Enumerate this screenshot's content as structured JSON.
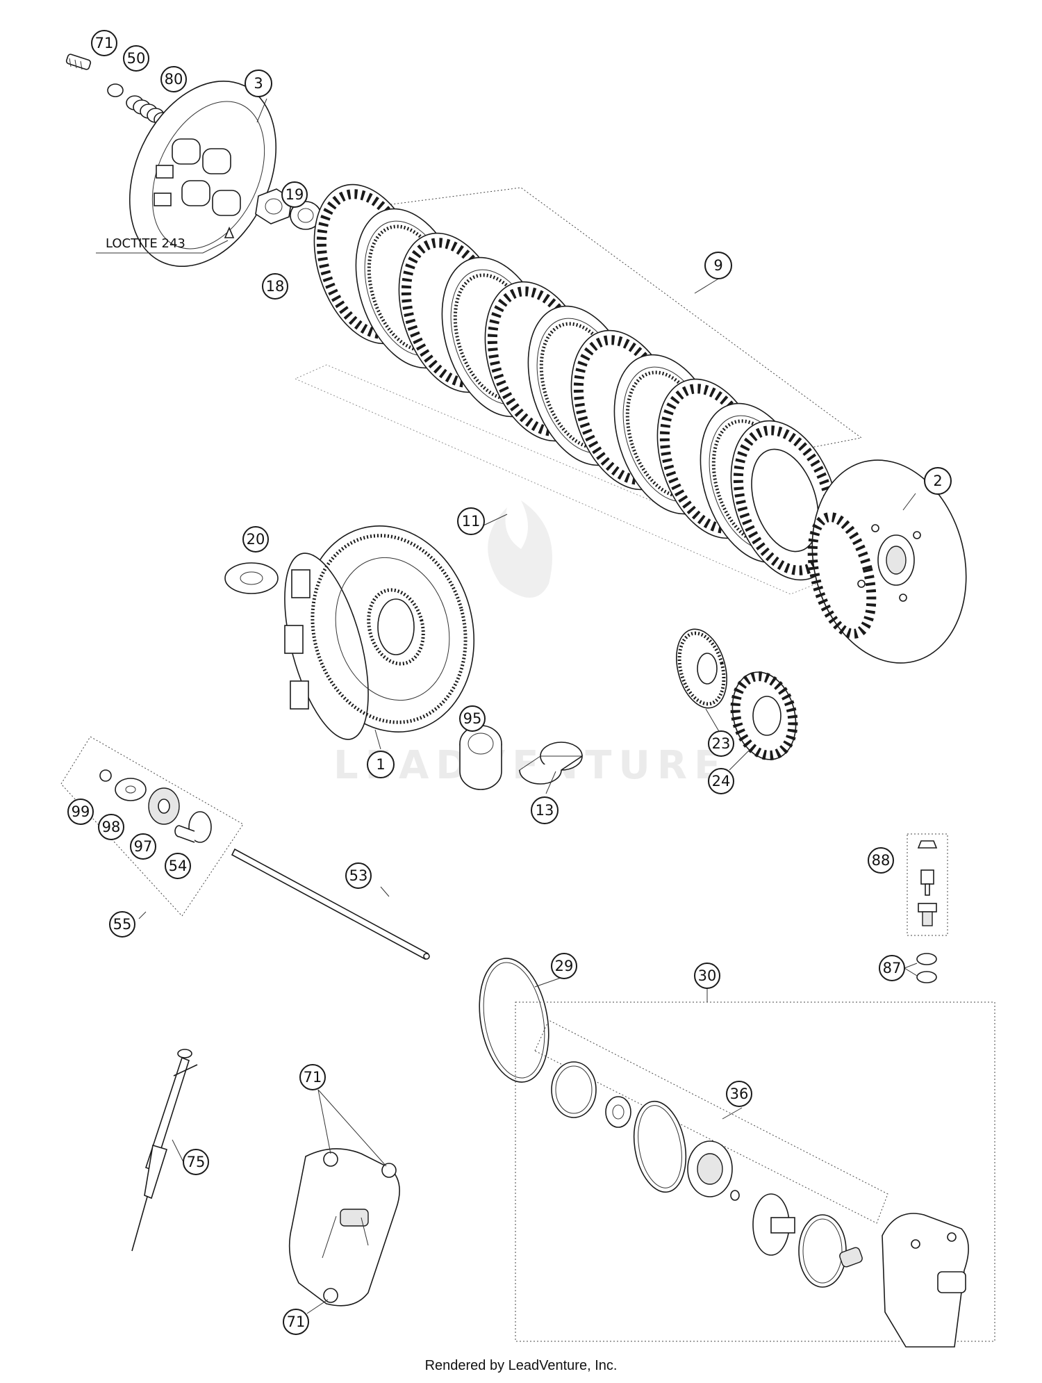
{
  "diagram": {
    "note": "LOCTITE 243",
    "watermark": "LEADVENTURE",
    "footer": "Rendered by LeadVenture, Inc.",
    "callouts": [
      {
        "id": "c71a",
        "label": "71"
      },
      {
        "id": "c50",
        "label": "50"
      },
      {
        "id": "c80",
        "label": "80"
      },
      {
        "id": "c3",
        "label": "3"
      },
      {
        "id": "c19",
        "label": "19"
      },
      {
        "id": "c18",
        "label": "18"
      },
      {
        "id": "c9",
        "label": "9"
      },
      {
        "id": "c2",
        "label": "2"
      },
      {
        "id": "c11",
        "label": "11"
      },
      {
        "id": "c20",
        "label": "20"
      },
      {
        "id": "c95",
        "label": "95"
      },
      {
        "id": "c23",
        "label": "23"
      },
      {
        "id": "c24",
        "label": "24"
      },
      {
        "id": "c1",
        "label": "1"
      },
      {
        "id": "c13",
        "label": "13"
      },
      {
        "id": "c99",
        "label": "99"
      },
      {
        "id": "c98",
        "label": "98"
      },
      {
        "id": "c97",
        "label": "97"
      },
      {
        "id": "c54",
        "label": "54"
      },
      {
        "id": "c55",
        "label": "55"
      },
      {
        "id": "c53",
        "label": "53"
      },
      {
        "id": "c88",
        "label": "88"
      },
      {
        "id": "c87",
        "label": "87"
      },
      {
        "id": "c29",
        "label": "29"
      },
      {
        "id": "c30",
        "label": "30"
      },
      {
        "id": "c36",
        "label": "36"
      },
      {
        "id": "c71b",
        "label": "71"
      },
      {
        "id": "c75",
        "label": "75"
      },
      {
        "id": "c71c",
        "label": "71"
      }
    ]
  }
}
